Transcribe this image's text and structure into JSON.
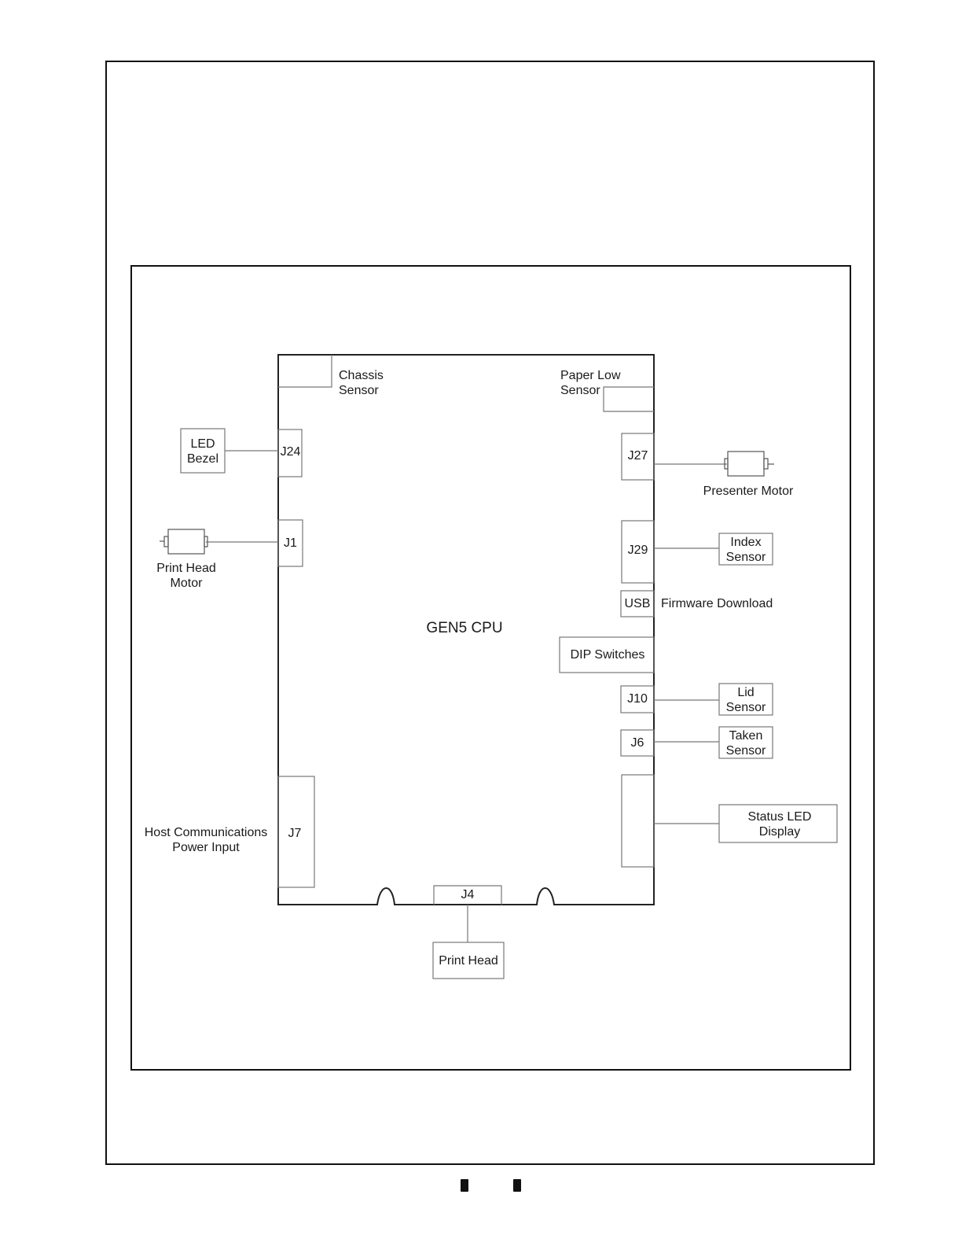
{
  "cpu_board": {
    "label": "GEN5 CPU"
  },
  "connectors": {
    "j24": "J24",
    "j1": "J1",
    "j7": "J7",
    "j27": "J27",
    "j29": "J29",
    "usb": "USB",
    "j10": "J10",
    "j6": "J6",
    "j4": "J4"
  },
  "onboard": {
    "chassis_sensor": "Chassis\nSensor",
    "paper_low_sensor": "Paper Low\nSensor",
    "dip_switches": "DIP Switches"
  },
  "peripherals": {
    "led_bezel": "LED\nBezel",
    "print_head_motor": "Print Head\nMotor",
    "host_comm": "Host Communications\nPower Input",
    "presenter_motor": "Presenter Motor",
    "index_sensor": "Index\nSensor",
    "firmware_download": "Firmware Download",
    "lid_sensor": "Lid\nSensor",
    "taken_sensor": "Taken\nSensor",
    "status_led_display": "Status LED\nDisplay",
    "print_head": "Print Head"
  }
}
